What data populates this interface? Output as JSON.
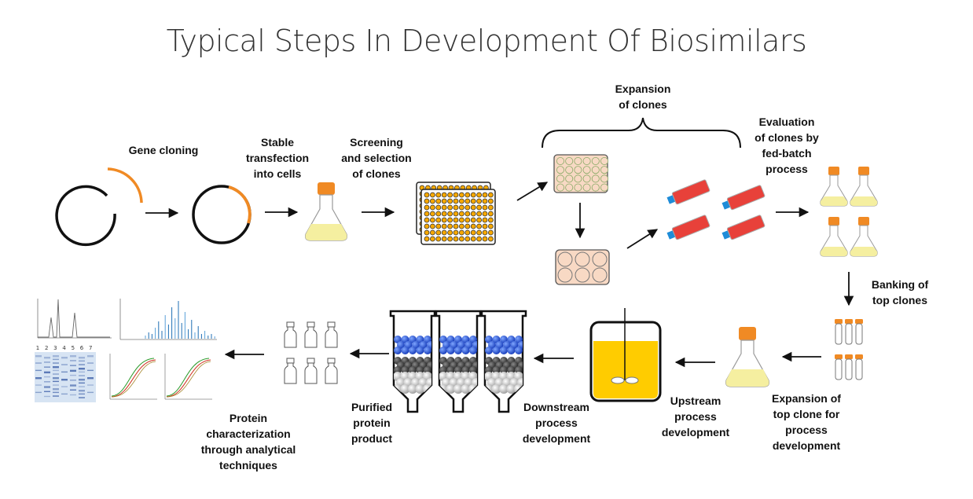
{
  "title": "Typical Steps In Development Of Biosimilars",
  "colors": {
    "orange": "#F08A24",
    "flask_liquid": "#F5EFA0",
    "plate_well": "#F6A800",
    "flask_red": "#E8413A",
    "cap_blue": "#1E8CD8",
    "bioreactor_liquid": "#FFCC00",
    "resin_blue": "#1F4FD8",
    "dish_pink": "#F8D9C4"
  },
  "steps": {
    "gene_cloning": "Gene cloning",
    "stable_transfection": "Stable\ntransfection\ninto cells",
    "screening": "Screening\nand selection\nof clones",
    "expansion": "Expansion\nof clones",
    "evaluation": "Evaluation\nof clones by\nfed-batch\nprocess",
    "banking": "Banking of\ntop clones",
    "expansion_top": "Expansion of\ntop clone for\nprocess\ndevelopment",
    "upstream": "Upstream\nprocess\ndevelopment",
    "downstream": "Downstream\nprocess\ndevelopment",
    "purified": "Purified\nprotein\nproduct",
    "characterization": "Protein\ncharacterization\nthrough analytical\ntechniques"
  },
  "gel_lanes": [
    "1",
    "2",
    "3",
    "4",
    "5",
    "6",
    "7"
  ]
}
